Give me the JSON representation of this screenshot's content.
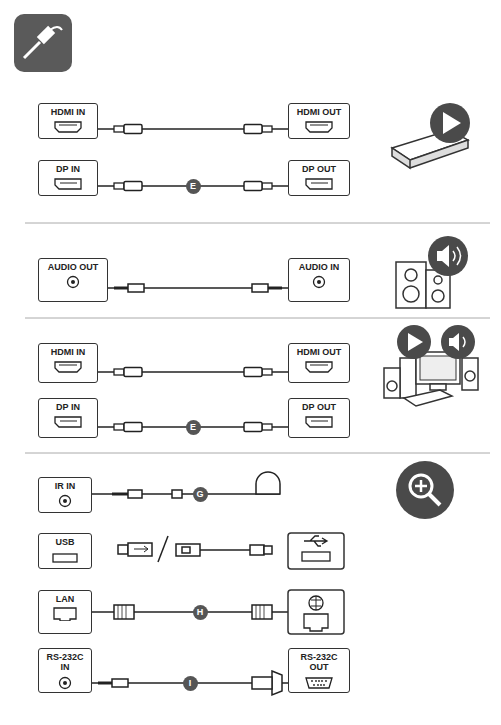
{
  "diagram": {
    "nodes": [
      {
        "text": [
          "HDMI IN"
        ]
      },
      {
        "text": [
          "HDMI OUT"
        ]
      },
      {
        "text": [
          "DP IN"
        ]
      },
      {
        "text": [
          "DP OUT"
        ]
      },
      {
        "text": [
          "AUDIO OUT"
        ]
      },
      {
        "text": [
          "AUDIO IN"
        ]
      },
      {
        "text": [
          "HDMI IN"
        ]
      },
      {
        "text": [
          "HDMI OUT"
        ]
      },
      {
        "text": [
          "DP IN"
        ]
      },
      {
        "text": [
          "DP OUT"
        ]
      },
      {
        "text": [
          "IR IN"
        ]
      },
      {
        "text": [
          "USB"
        ]
      },
      {
        "text": [
          "LAN"
        ]
      },
      {
        "text": [
          "RS-232C IN"
        ]
      },
      {
        "text": [
          "RS-232C OUT"
        ]
      }
    ],
    "edges": [
      {
        "from": 0,
        "to": 1,
        "arrow": "none"
      },
      {
        "from": 2,
        "to": 3,
        "label": "E",
        "arrow": "none"
      },
      {
        "from": 4,
        "to": 5,
        "arrow": "none"
      },
      {
        "from": 6,
        "to": 7,
        "arrow": "none"
      },
      {
        "from": 8,
        "to": 9,
        "label": "E",
        "arrow": "none"
      },
      {
        "from": 13,
        "to": 14,
        "label": "I",
        "arrow": "none"
      }
    ],
    "labels": [
      "G",
      "H"
    ]
  }
}
